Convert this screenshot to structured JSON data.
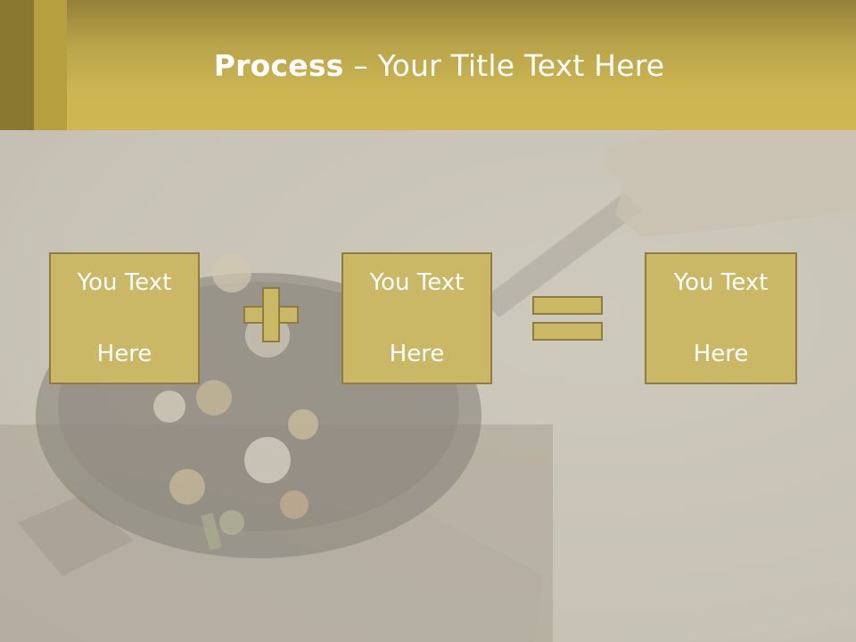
{
  "slide": {
    "title_bold": "Process",
    "title_rest": " – Your Title Text Here"
  },
  "process": {
    "boxes": [
      {
        "line1": "You Text",
        "line2": "Here"
      },
      {
        "line1": "You Text",
        "line2": "Here"
      },
      {
        "line1": "You Text",
        "line2": "Here"
      }
    ],
    "operators": [
      "plus-icon",
      "equals-icon"
    ]
  },
  "colors": {
    "header": "#cdb552",
    "box_fill": "#cbb867",
    "box_border": "#8e7d3c",
    "text": "#ffffff"
  }
}
